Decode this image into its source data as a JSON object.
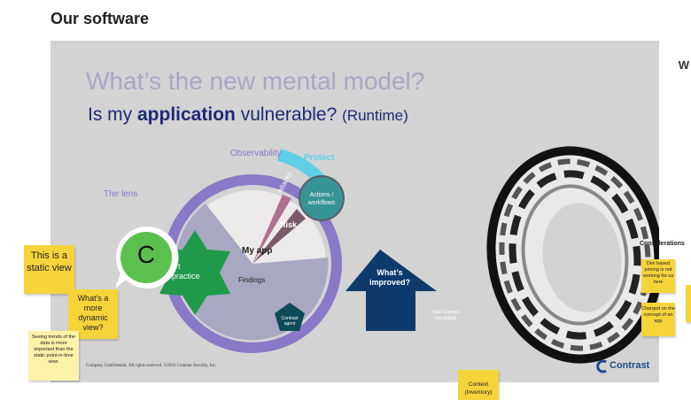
{
  "page": {
    "heading": "Our software"
  },
  "slide": {
    "title_line1": "What’s the new mental model?",
    "title_line2_prefix": "Is my ",
    "title_line2_bold": "application",
    "title_line2_rest": " vulnerable?",
    "title_line2_suffix": "(Runtime)",
    "lens_label": "The lens",
    "observability_label": "Observability",
    "protect_label": "Protect",
    "attacks_label": "Attacks",
    "risk_label": "Risk",
    "actions_label_1": "Actions /",
    "actions_label_2": "workflows",
    "app_label": "My app",
    "findings_label": "Findings",
    "practice_label": "practice",
    "practice_partial": "t",
    "agent_label_1": "Contrast",
    "agent_label_2": "agent",
    "arrow_label_1": "What’s",
    "arrow_label_2": "improved?",
    "how_helped_1": "How Contrast",
    "how_helped_2": "has helped",
    "footer": "Company Confidential. All rights reserved. ©2022 Contrast Security, Inc.",
    "brand": "Contrast"
  },
  "notes": {
    "static_view": "This is a static view",
    "dynamic_view": "What’s a more dynamic view?",
    "trends": "Seeing trends of the data is more important than the static point-in-time view.",
    "context": "Context (Inventory)"
  },
  "sidebar": {
    "partial_letter": "W",
    "considerations_title": "Considerations",
    "note_pricing": "Dev based pricing is not working for us here",
    "note_charged": "Charged on the concept of an app"
  },
  "avatar": {
    "initial": "C",
    "color": "#5cc04e"
  },
  "colors": {
    "slide_bg": "#d3d3d3",
    "purple": "#8a78c8",
    "navy": "#0d3a6b",
    "green": "#1f9a4a",
    "teal": "#2aa6a6",
    "cyan": "#5fd0e6",
    "sticky": "#f5d43a"
  }
}
